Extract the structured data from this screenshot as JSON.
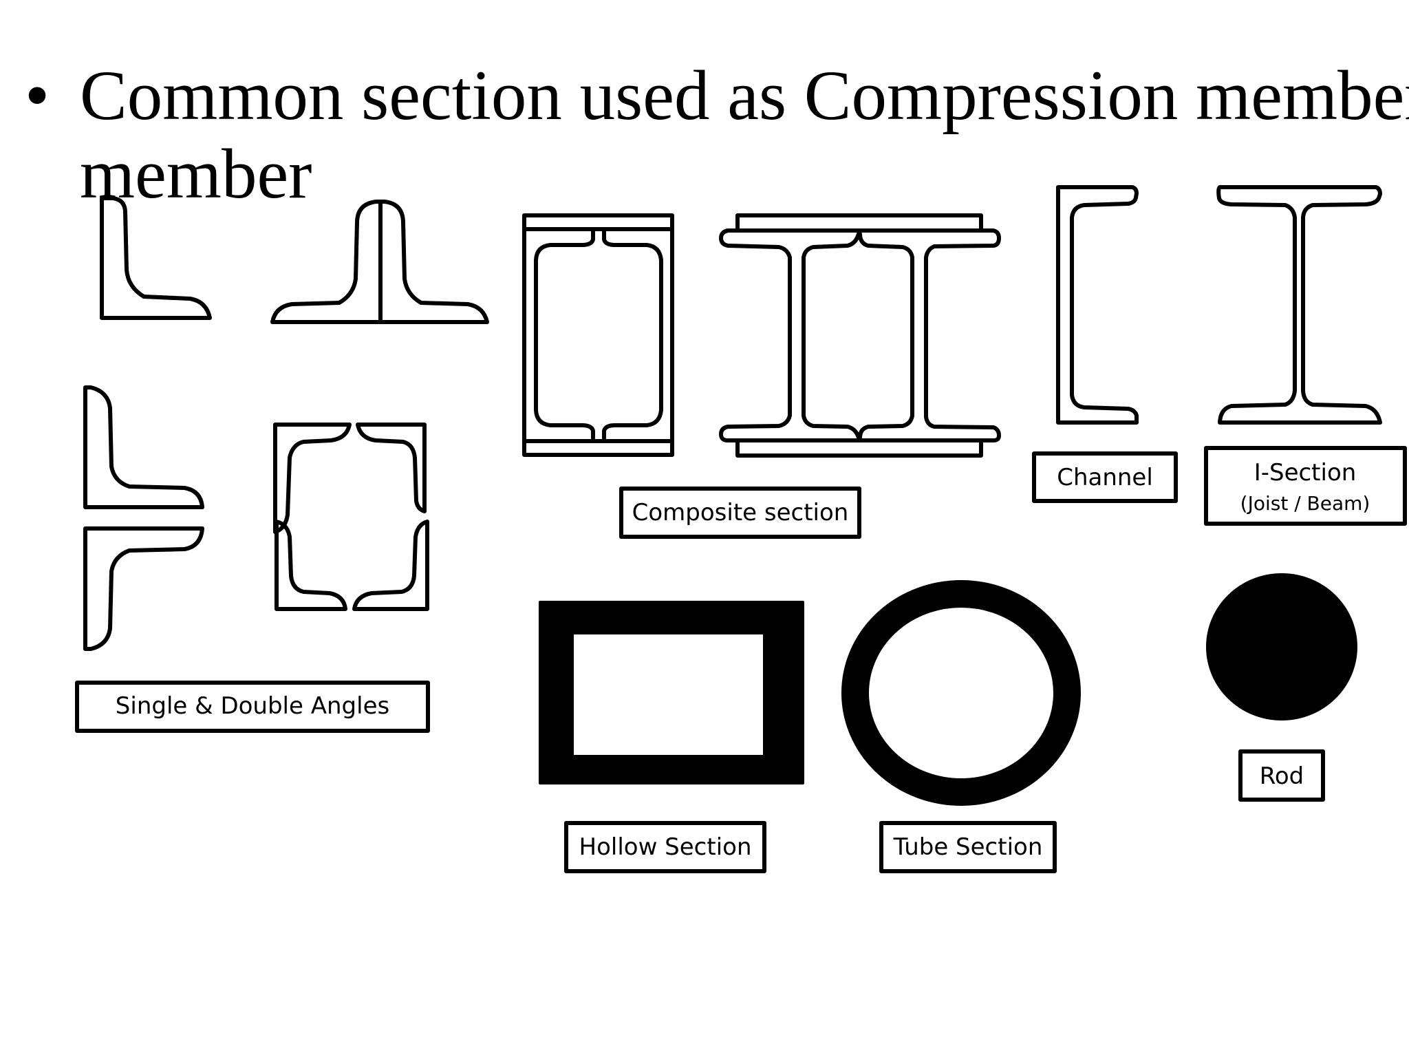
{
  "slide": {
    "bullet": "•",
    "title_line_1": "Common section used as Compression members",
    "title_line_2": "member"
  },
  "labels": {
    "angles": "Single & Double Angles",
    "composite": "Composite section",
    "channel": "Channel",
    "i_section_line_1": "I-Section",
    "i_section_line_2": "(Joist / Beam)",
    "hollow": "Hollow Section",
    "tube": "Tube Section",
    "rod": "Rod"
  },
  "colors": {
    "ink": "#000000",
    "background": "#ffffff"
  }
}
